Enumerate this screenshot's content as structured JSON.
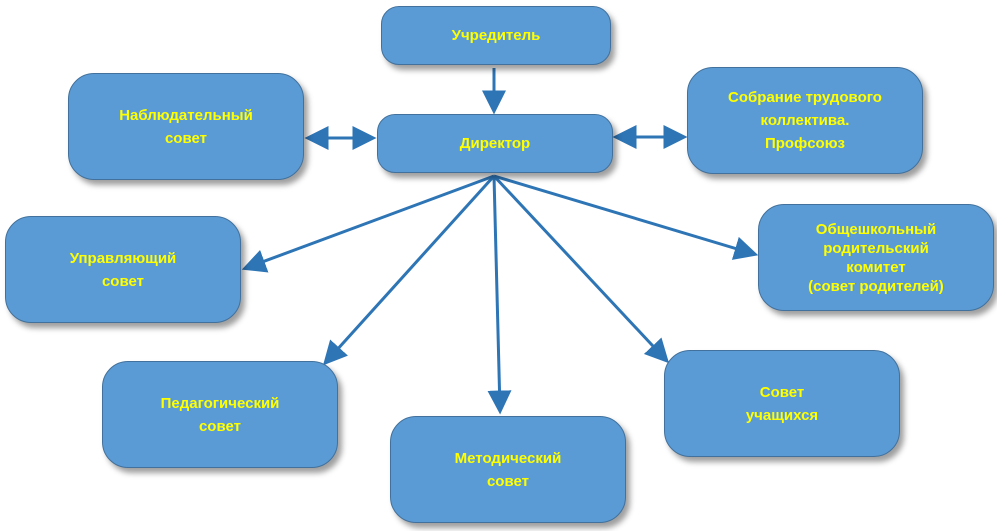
{
  "nodes": {
    "uchreditel": "Учредитель",
    "direktor": "Директор",
    "nablyudatelny": "Наблюдательный\nсовет",
    "sobranie": "Собрание трудового\nколлектива.\nПрофсоюз",
    "upravlyayushchy": "Управляющий\nсовет",
    "obshcheshkolny": "Общешкольный\nродительский\nкомитет\n(совет родителей)",
    "pedagogichesky": "Педагогический\nсовет",
    "sovet_uchashchikhsya": "Совет\nучащихся",
    "metodichesky": "Методический\nсовет"
  },
  "colors": {
    "node_fill": "#5b9bd5",
    "node_border": "#41719c",
    "node_text": "#ffff00",
    "arrow": "#2e75b6"
  }
}
